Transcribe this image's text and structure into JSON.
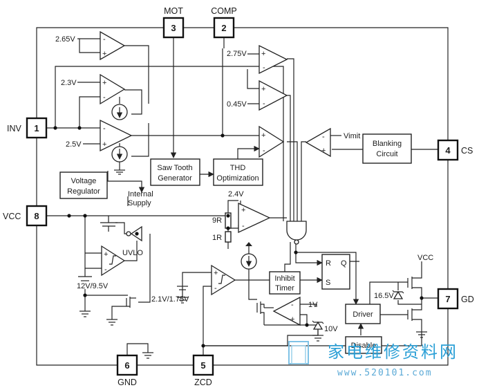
{
  "pins": {
    "mot": {
      "num": "3",
      "name": "MOT"
    },
    "comp": {
      "num": "2",
      "name": "COMP"
    },
    "inv": {
      "num": "1",
      "name": "INV"
    },
    "vcc": {
      "num": "8",
      "name": "VCC"
    },
    "cs": {
      "num": "4",
      "name": "CS"
    },
    "gd": {
      "num": "7",
      "name": "GD"
    },
    "gnd": {
      "num": "6",
      "name": "GND"
    },
    "zcd": {
      "num": "5",
      "name": "ZCD"
    }
  },
  "blocks": {
    "saw_tooth": [
      "Saw Tooth",
      "Generator"
    ],
    "thd": [
      "THD",
      "Optimization"
    ],
    "voltage_regulator": [
      "Voltage",
      "Regulator"
    ],
    "blanking": [
      "Blanking",
      "Circuit"
    ],
    "inhibit": [
      "Inhibit",
      "Timer"
    ],
    "driver": "Driver",
    "disable": "Disable"
  },
  "labels": {
    "v265": "2.65V",
    "v23": "2.3V",
    "v25": "2.5V",
    "v275": "2.75V",
    "v045": "0.45V",
    "vimit": "Vimit",
    "internal_supply": [
      "Internal",
      "Supply"
    ],
    "v24": "2.4V",
    "r9": "9R",
    "r1": "1R",
    "uvlo": "UVLO",
    "v12_95": "12V/9.5V",
    "v21_175": "2.1V/1.75V",
    "v1": "1V",
    "v10": "10V",
    "v165": "16.5V",
    "vcc_rail": "VCC",
    "ff_r": "R",
    "ff_q": "Q",
    "ff_s": "S",
    "plus": "+",
    "minus": "-"
  },
  "watermark": {
    "text": "家电维修资料网",
    "url": "www.520101.com"
  }
}
